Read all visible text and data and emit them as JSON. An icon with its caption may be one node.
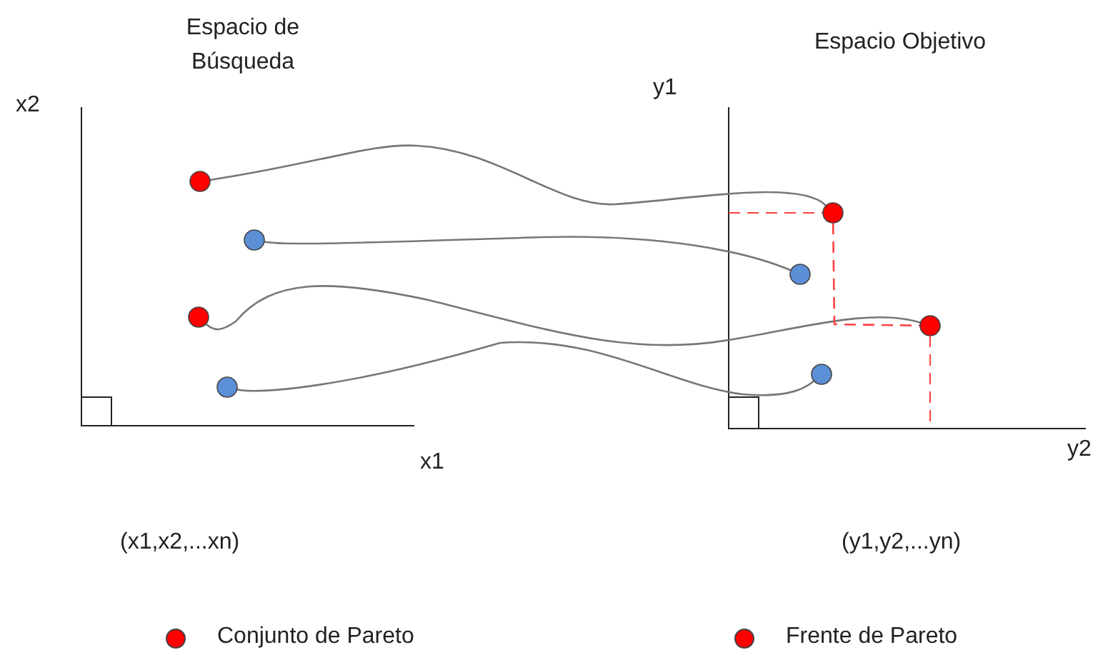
{
  "diagram": {
    "nodes": [
      {
        "text": [],
        "shape": "circle"
      },
      {
        "text": [],
        "shape": "circle"
      },
      {
        "text": [],
        "shape": "circle"
      },
      {
        "text": [],
        "shape": "circle"
      },
      {
        "text": [],
        "shape": "circle"
      },
      {
        "text": [],
        "shape": "circle"
      },
      {
        "text": [],
        "shape": "circle"
      },
      {
        "text": [],
        "shape": "circle"
      }
    ],
    "edges": [
      {
        "from": 0,
        "to": 4,
        "arrow": "none"
      },
      {
        "from": 1,
        "to": 5,
        "arrow": "none"
      },
      {
        "from": 2,
        "to": 6,
        "arrow": "none"
      },
      {
        "from": 3,
        "to": 7,
        "arrow": "none"
      },
      {
        "from": 4,
        "to": 6,
        "arrow": "none",
        "style": "dashed",
        "color": "#ff4040"
      }
    ],
    "labels": [
      "Espacio de Búsqueda",
      "Espacio Objetivo",
      "x2",
      "y1",
      "x1",
      "y2",
      "(x1,x2,...xn)",
      "(y1,y2,...yn)"
    ],
    "legend": [
      {
        "text": "Conjunto de Pareto",
        "color": "#ff0000"
      },
      {
        "text": "Frente de Pareto",
        "color": "#ff0000"
      }
    ]
  }
}
